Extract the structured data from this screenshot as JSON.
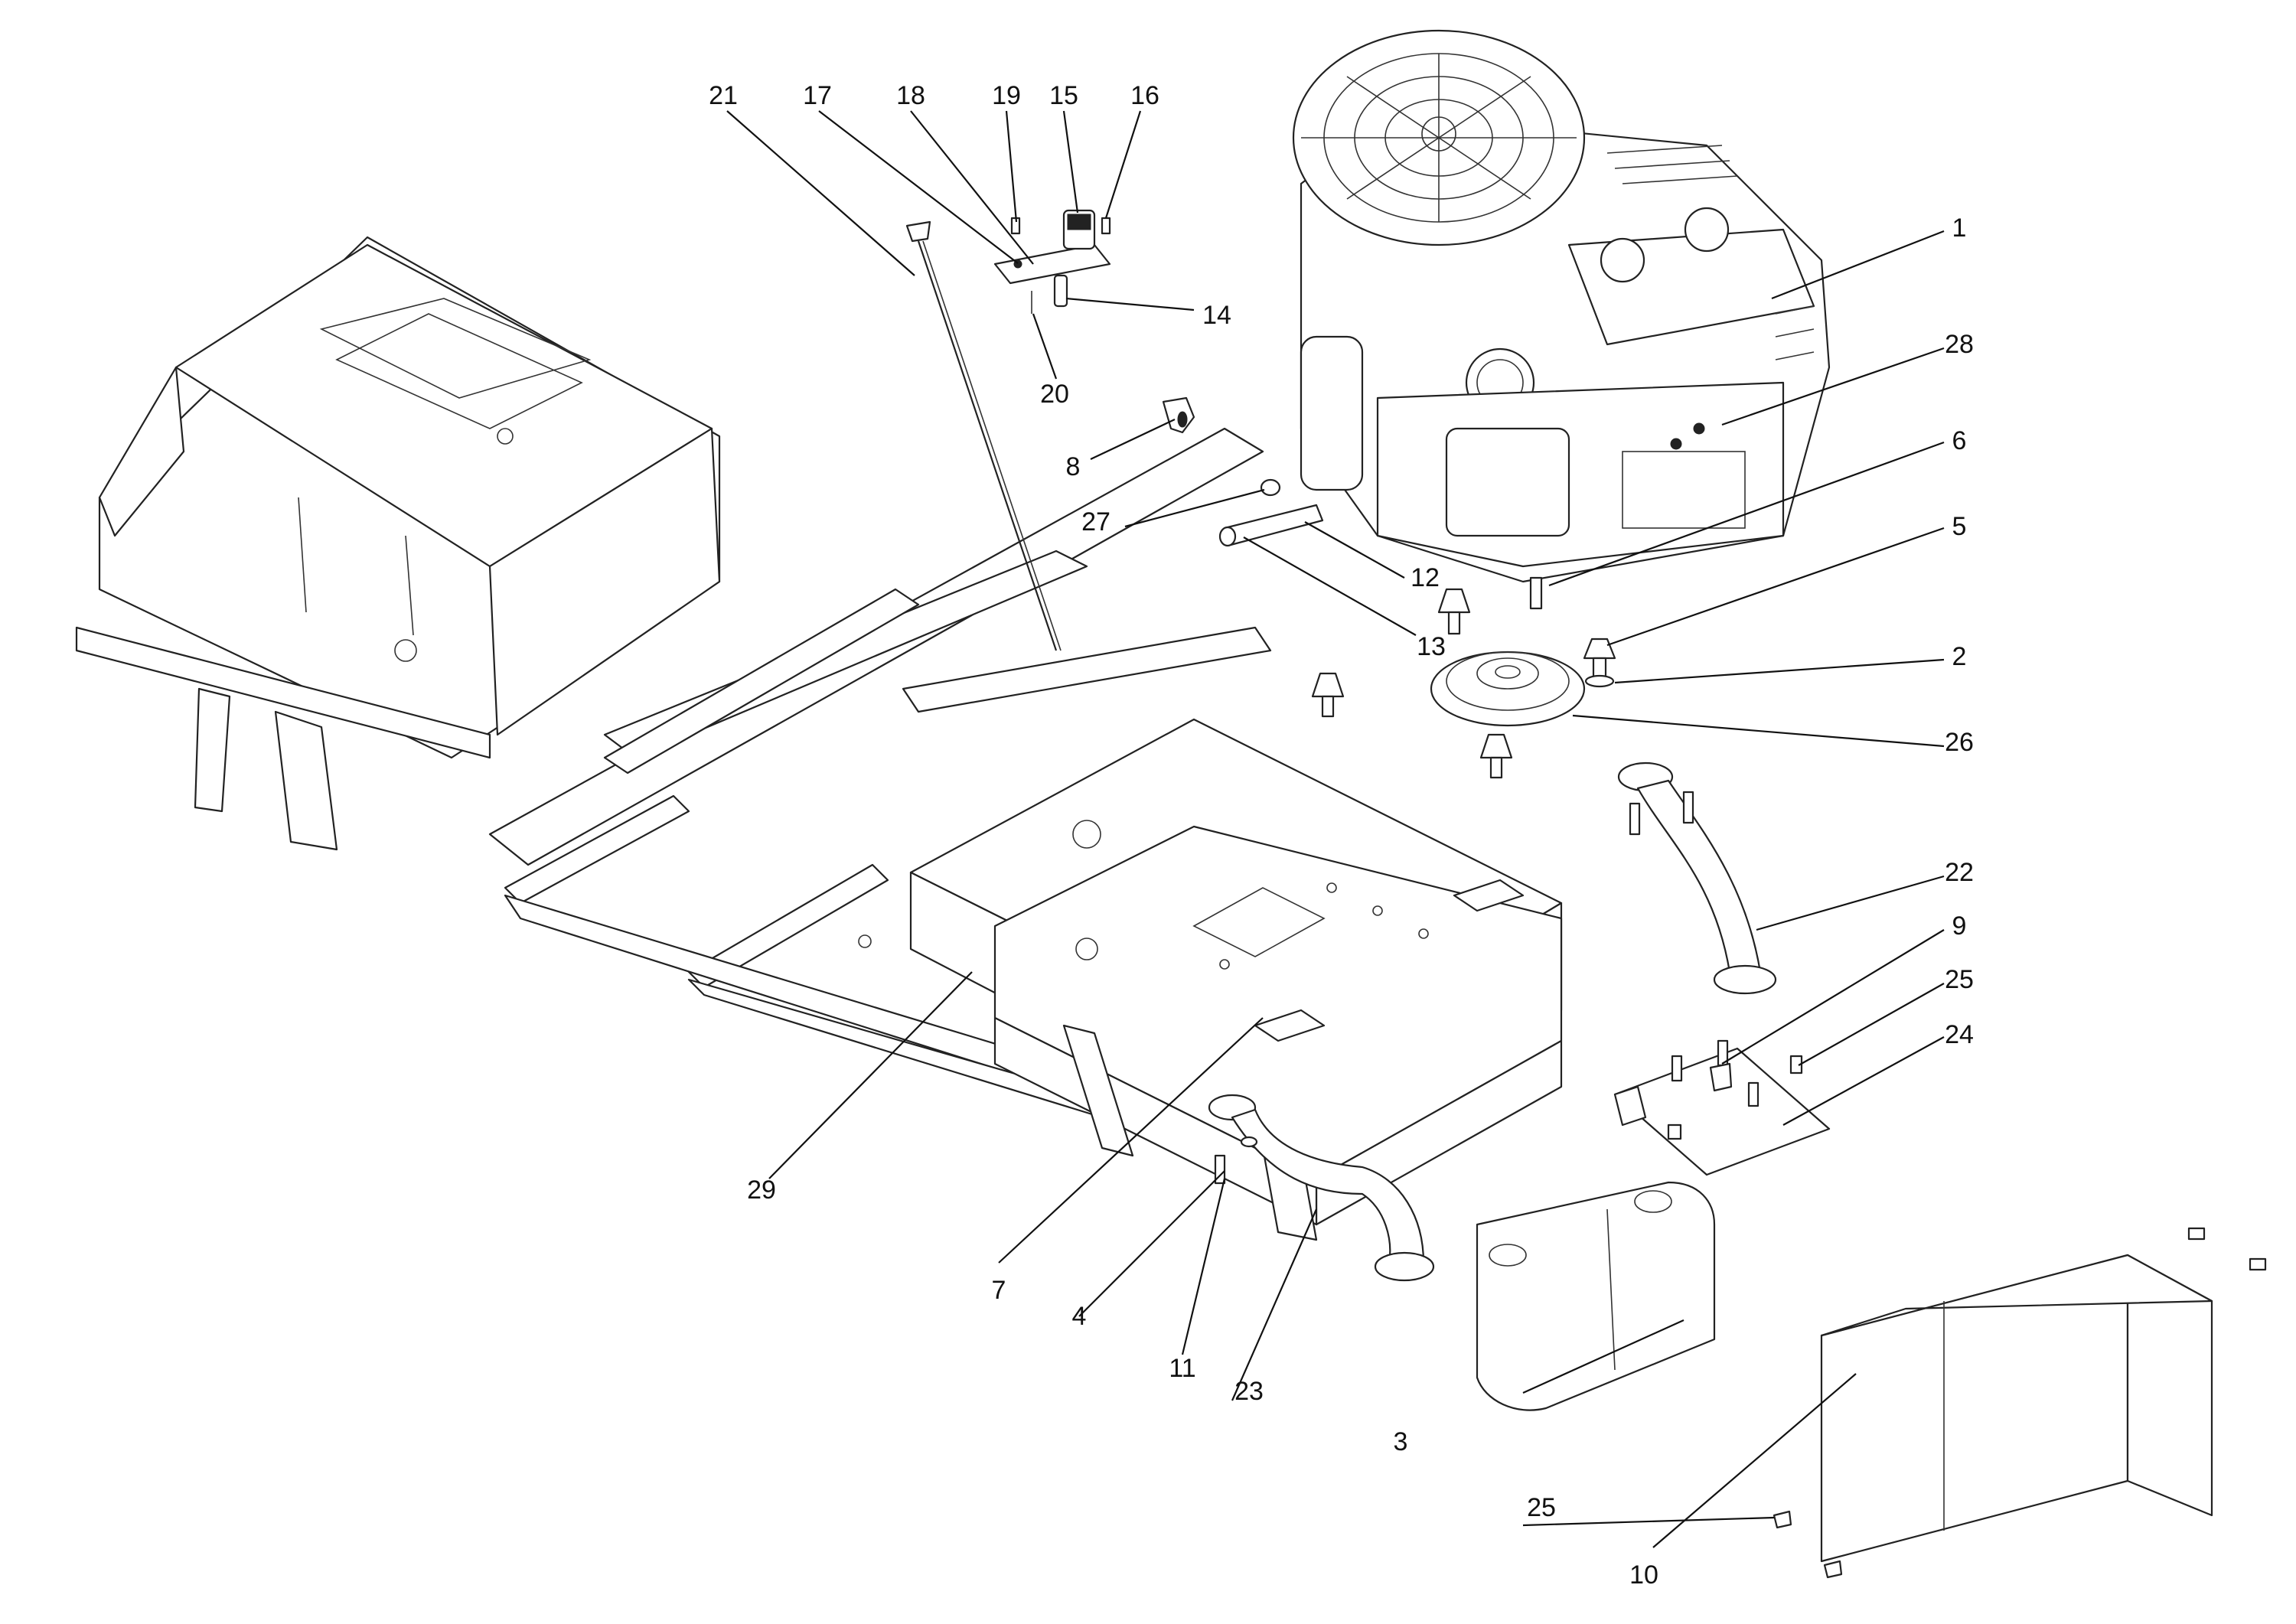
{
  "callouts": [
    {
      "id": "c1",
      "label": "1"
    },
    {
      "id": "c2",
      "label": "2"
    },
    {
      "id": "c3",
      "label": "3"
    },
    {
      "id": "c4",
      "label": "4"
    },
    {
      "id": "c5",
      "label": "5"
    },
    {
      "id": "c6",
      "label": "6"
    },
    {
      "id": "c7",
      "label": "7"
    },
    {
      "id": "c8",
      "label": "8"
    },
    {
      "id": "c9",
      "label": "9"
    },
    {
      "id": "c10",
      "label": "10"
    },
    {
      "id": "c11",
      "label": "11"
    },
    {
      "id": "c12",
      "label": "12"
    },
    {
      "id": "c13",
      "label": "13"
    },
    {
      "id": "c14",
      "label": "14"
    },
    {
      "id": "c15",
      "label": "15"
    },
    {
      "id": "c16",
      "label": "16"
    },
    {
      "id": "c17",
      "label": "17"
    },
    {
      "id": "c18",
      "label": "18"
    },
    {
      "id": "c19",
      "label": "19"
    },
    {
      "id": "c20",
      "label": "20"
    },
    {
      "id": "c21",
      "label": "21"
    },
    {
      "id": "c22",
      "label": "22"
    },
    {
      "id": "c23",
      "label": "23"
    },
    {
      "id": "c24",
      "label": "24"
    },
    {
      "id": "c25a",
      "label": "25"
    },
    {
      "id": "c25b",
      "label": "25"
    },
    {
      "id": "c26",
      "label": "26"
    },
    {
      "id": "c27",
      "label": "27"
    },
    {
      "id": "c28",
      "label": "28"
    },
    {
      "id": "c29",
      "label": "29"
    }
  ],
  "colors": {
    "line": "#222222",
    "background": "#ffffff"
  }
}
